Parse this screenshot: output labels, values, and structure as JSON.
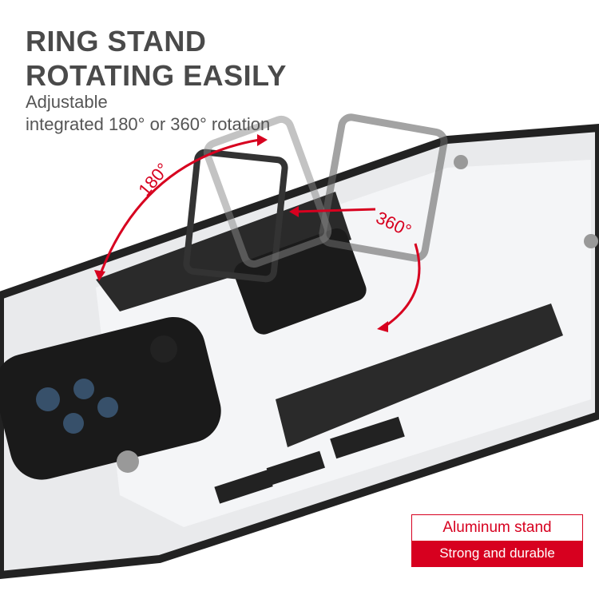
{
  "headline": {
    "line1": "RING STAND",
    "line2": "ROTATING EASILY"
  },
  "subtitle": {
    "line1": "Adjustable",
    "line2": "integrated 180° or 360° rotation"
  },
  "rotation_labels": {
    "left": "180°",
    "right": "360°"
  },
  "badge": {
    "top": "Aluminum stand",
    "bottom": "Strong and durable"
  },
  "colors": {
    "accent": "#d7001f",
    "headline": "#4a4a4a",
    "case": "#e9eaec",
    "bumper": "#1c1c1c"
  }
}
